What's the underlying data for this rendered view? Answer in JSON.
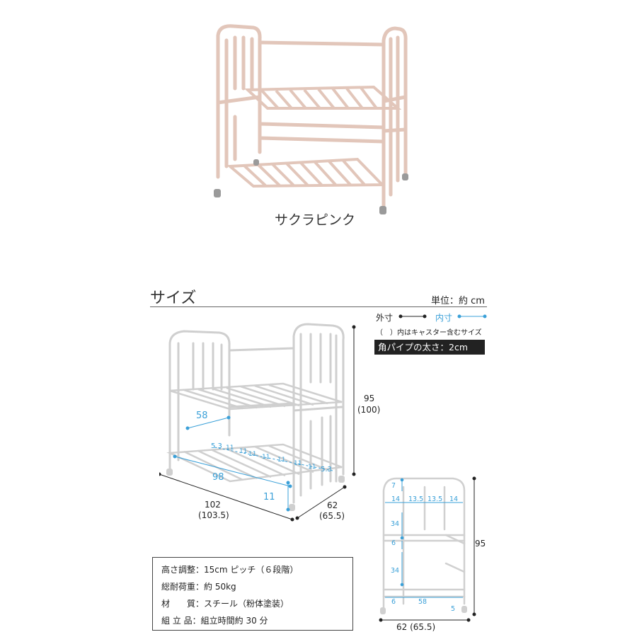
{
  "product": {
    "color_name": "サクラピンク"
  },
  "size_section": {
    "title": "サイズ",
    "unit_label": "単位：約 cm",
    "legend": {
      "outer_label": "外寸",
      "inner_label": "内寸",
      "note": "（　）内はキャスター含むサイズ",
      "pipe_label": "角パイプの太さ：2cm"
    },
    "colors": {
      "outer": "#222222",
      "inner": "#3aa0d8",
      "product_pink": "#e9cfc4"
    }
  },
  "main_dims": {
    "height": "95",
    "height_caster": "(100)",
    "width": "102",
    "width_caster": "(103.5)",
    "depth": "62",
    "depth_caster": "(65.5)",
    "inner_depth": "58",
    "inner_width": "98",
    "inner_height_bottom": "11",
    "pitch_end": "5.3",
    "pitch": "11",
    "pitch_end_right": "5.3"
  },
  "side_dims": {
    "top_gap": "7",
    "col_a": "14",
    "col_b": "13.5",
    "col_c": "13.5",
    "col_d": "14",
    "upper_height": "34",
    "mid_gap": "6",
    "lower_height": "34",
    "bottom_left": "6",
    "bottom_inner": "58",
    "bottom_right": "5",
    "total_height": "95",
    "total_depth": "62 (65.5)"
  },
  "specs": [
    {
      "label": "高さ調整：",
      "value": "15cm ピッチ（６段階）"
    },
    {
      "label": "総耐荷重：",
      "value": "約 50kg"
    },
    {
      "label": "材　　質：",
      "value": "スチール（粉体塗装）"
    },
    {
      "label": "組 立 品：",
      "value": "組立時間約 30 分"
    }
  ]
}
